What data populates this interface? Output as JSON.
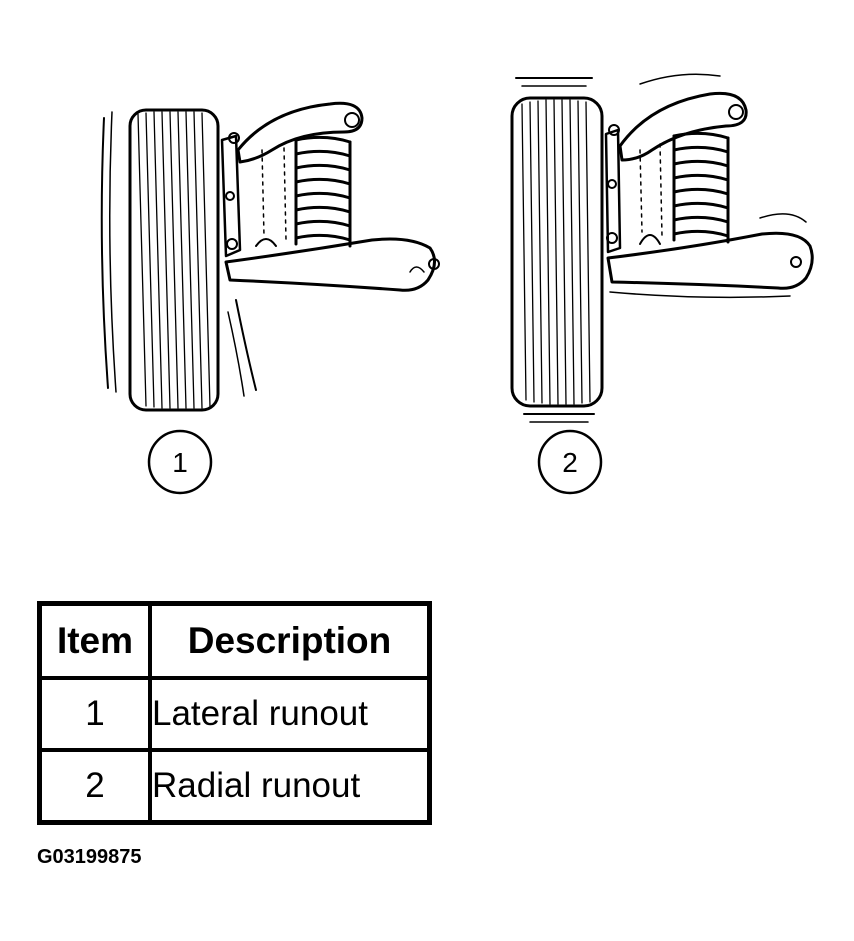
{
  "callouts": [
    {
      "label": "1"
    },
    {
      "label": "2"
    }
  ],
  "table": {
    "headers": {
      "item": "Item",
      "description": "Description"
    },
    "rows": [
      {
        "item": "1",
        "description": "Lateral runout"
      },
      {
        "item": "2",
        "description": "Radial runout"
      }
    ]
  },
  "figure_id": "G03199875"
}
